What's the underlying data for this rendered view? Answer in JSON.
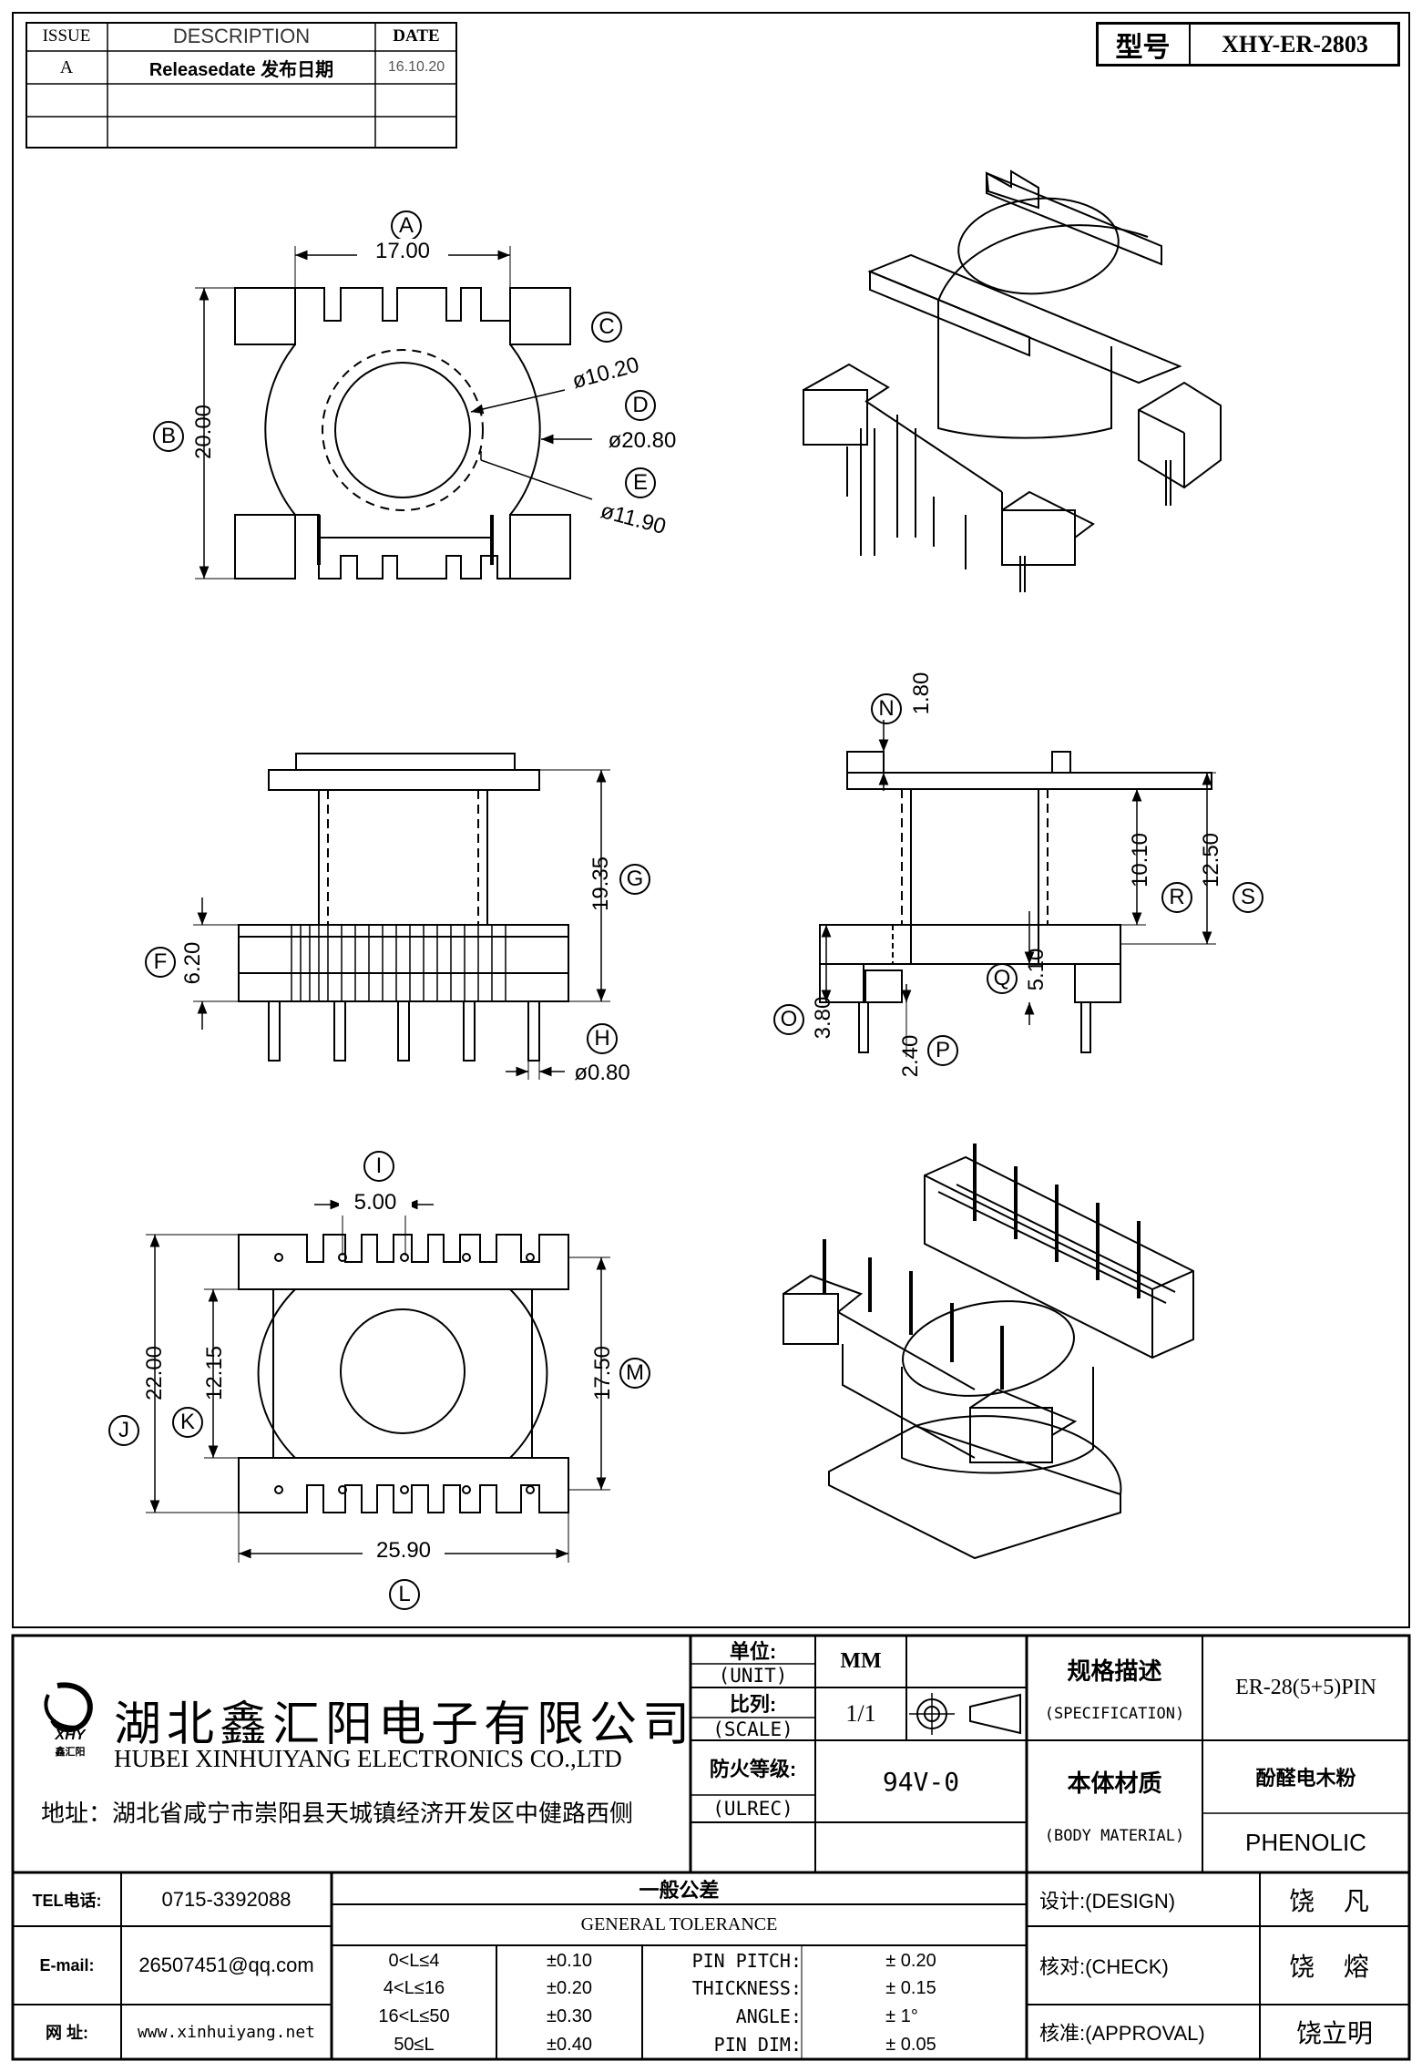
{
  "revision_table": {
    "headers": {
      "issue": "ISSUE",
      "description": "DESCRIPTION",
      "date": "DATE"
    },
    "rows": [
      {
        "issue": "A",
        "description": "Releasedate 发布日期",
        "date": "16.10.20"
      },
      {
        "issue": "",
        "description": "",
        "date": ""
      },
      {
        "issue": "",
        "description": "",
        "date": ""
      }
    ]
  },
  "model": {
    "label": "型号",
    "value": "XHY-ER-2803"
  },
  "views": {
    "top": {
      "dims": {
        "width": "17.00",
        "height": "20.00",
        "d_inner": "ø10.20",
        "d_outer": "ø20.80",
        "d_mid": "ø11.90"
      },
      "markers": {
        "width": "A",
        "height": "B",
        "d_inner": "C",
        "d_outer": "D",
        "d_mid": "E"
      }
    },
    "front": {
      "dims": {
        "base": "6.20",
        "total": "19.35",
        "pin": "ø0.80"
      },
      "markers": {
        "base": "F",
        "total": "G",
        "pin": "H"
      }
    },
    "side": {
      "dims": {
        "flange": "1.80",
        "pin_len": "3.80",
        "pin_off": "2.40",
        "inner": "5.10",
        "bobbin": "10.10",
        "overall": "12.50"
      },
      "markers": {
        "flange": "N",
        "pin_len": "O",
        "pin_off": "P",
        "inner": "Q",
        "bobbin": "R",
        "overall": "S"
      }
    },
    "bottom": {
      "dims": {
        "pitch": "5.00",
        "total": "22.00",
        "span": "12.15",
        "rows": "17.50",
        "width": "25.90"
      },
      "markers": {
        "pitch": "I",
        "total": "J",
        "span": "K",
        "rows": "M",
        "width": "L"
      }
    }
  },
  "company": {
    "name_cn": "湖北鑫汇阳电子有限公司",
    "name_en": "HUBEI XINHUIYANG ELECTRONICS CO.,LTD",
    "address": "地址：湖北省咸宁市崇阳县天城镇经济开发区中健路西侧",
    "logo_mark": "XHY",
    "logo_sub": "鑫汇阳"
  },
  "title_block": {
    "unit_label": "单位:",
    "unit_label_en": "(UNIT)",
    "unit_value": "MM",
    "scale_label": "比列:",
    "scale_label_en": "(SCALE)",
    "scale_value": "1/1",
    "fire_label": "防火等级:",
    "fire_label_en": "(ULREC)",
    "fire_value": "94V-0",
    "spec_label": "规格描述",
    "spec_label_en": "(SPECIFICATION)",
    "spec_value": "ER-28(5+5)PIN",
    "material_label": "本体材质",
    "material_label_en": "(BODY MATERIAL)",
    "material_value_cn": "酚醛电木粉",
    "material_value_en": "PHENOLIC"
  },
  "contact": {
    "tel_label": "TEL电话:",
    "tel": "0715-3392088",
    "email_label": "E-mail:",
    "email": "26507451@qq.com",
    "web_label": "网  址:",
    "web": "www.xinhuiyang.net"
  },
  "tolerance": {
    "title_cn": "一般公差",
    "title_en": "GENERAL TOLERANCE",
    "ranges": [
      {
        "range": "0<L≤4",
        "tol": "±0.10"
      },
      {
        "range": "4<L≤16",
        "tol": "±0.20"
      },
      {
        "range": "16<L≤50",
        "tol": "±0.30"
      },
      {
        "range": "50≤L",
        "tol": "±0.40"
      }
    ],
    "specs": [
      {
        "name": "PIN PITCH:",
        "value": "± 0.20"
      },
      {
        "name": "THICKNESS:",
        "value": "± 0.15"
      },
      {
        "name": "ANGLE:",
        "value": "± 1°"
      },
      {
        "name": "PIN DIM:",
        "value": "± 0.05"
      }
    ]
  },
  "signoff": {
    "design_label": "设计:(DESIGN)",
    "design_name": "饶 凡",
    "check_label": "核对:(CHECK)",
    "check_name": "饶 熔",
    "approval_label": "核准:(APPROVAL)",
    "approval_name": "饶立明"
  }
}
